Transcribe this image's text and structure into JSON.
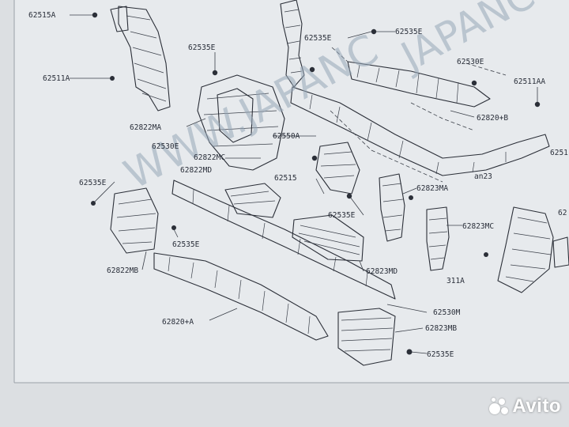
{
  "labels": {
    "p62515A": "62515A",
    "p62511A": "62511A",
    "p62535E_tl": "62535E",
    "p62535E_top": "62535E",
    "p62535E_topr": "62535E",
    "p62530E": "62530E",
    "p62511AA": "62511AA",
    "p62820B": "62820+B",
    "p62822MA": "62822MA",
    "p62530E_l": "62530E",
    "p62550A": "62550A",
    "p62822MC": "62822MC",
    "p62822MD": "62822MD",
    "p62515": "62515",
    "p62535E_left": "62535E",
    "p62823MA": "62823MA",
    "p62535E_mid": "62535E",
    "p62823MC": "62823MC",
    "p62535E_low": "62535E",
    "p62822MB": "62822MB",
    "p62823MD": "62823MD",
    "p311A": "311A",
    "p62530M": "62530M",
    "p62820A": "62820+A",
    "p62823MB": "62823MB",
    "p62535E_bot": "62535E",
    "p6251_edge": "6251",
    "p62_edge": "62",
    "pan23": "an23"
  },
  "watermark": {
    "main": "WWW.JAPANC",
    "secondary": "JAPANC"
  },
  "brand": {
    "name": "Avito",
    "dot_colors": [
      "#ffffff",
      "#ffffff",
      "#ffffff",
      "#ffffff"
    ]
  },
  "colors": {
    "paper": "#e6e9ec",
    "ink": "#2b2f38",
    "watermark": "#97a7b8"
  }
}
